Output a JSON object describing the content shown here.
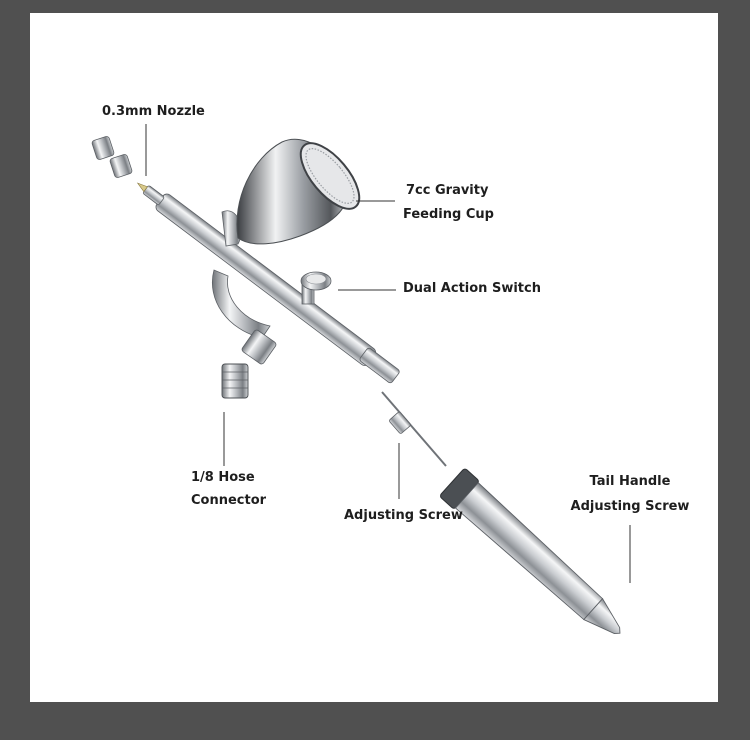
{
  "labels": {
    "nozzle": "0.3mm Nozzle",
    "cup_line1": "7cc Gravity",
    "cup_line2": "Feeding Cup",
    "switch": "Dual Action Switch",
    "hose_line1": "1/8 Hose",
    "hose_line2": "Connector",
    "adjusting_screw": "Adjusting Screw",
    "tail_line1": "Tail Handle",
    "tail_line2": "Adjusting Screw"
  },
  "colors": {
    "background": "#505050",
    "panel": "#ffffff",
    "text": "#1e1e1e",
    "leader_line": "#333333",
    "chrome_dark": "#6f7378",
    "chrome_light": "#f4f5f6"
  }
}
